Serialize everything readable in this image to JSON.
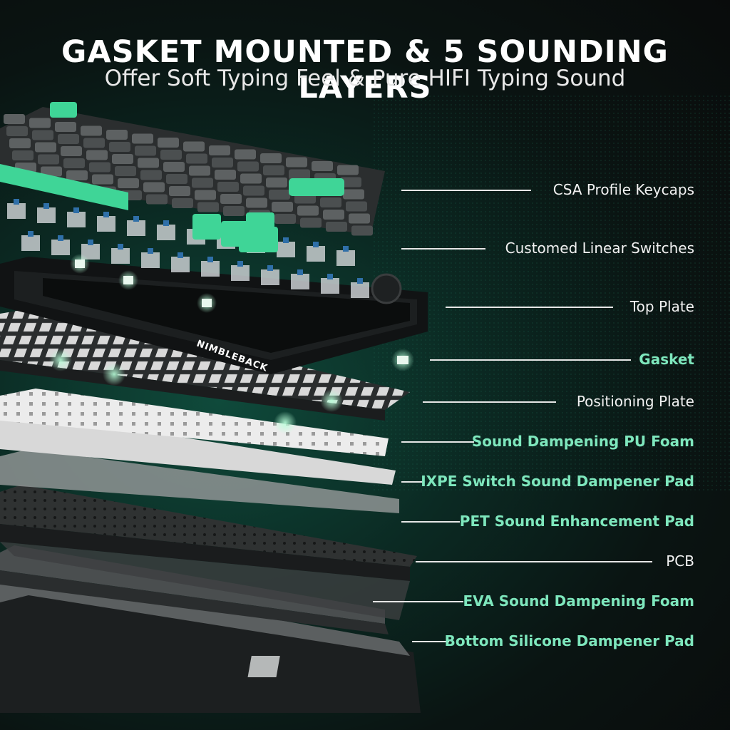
{
  "header": {
    "title": "GASKET MOUNTED & 5 SOUNDING LAYERS",
    "subtitle": "Offer Soft Typing Feel & Pure HIFI Typing Sound"
  },
  "brand_text": "NIMBLEBACK",
  "colors": {
    "accent_green": "#3fd597",
    "highlight_label": "#7ee7bd",
    "label_white": "#f2f2f2"
  },
  "layers": [
    {
      "label": "CSA Profile Keycaps",
      "highlight": false
    },
    {
      "label": "Customed Linear Switches",
      "highlight": false
    },
    {
      "label": "Top Plate",
      "highlight": false
    },
    {
      "label": "Gasket",
      "highlight": true
    },
    {
      "label": "Positioning Plate",
      "highlight": false
    },
    {
      "label": "Sound Dampening PU Foam",
      "highlight": true
    },
    {
      "label": "IXPE Switch Sound Dampener Pad",
      "highlight": true
    },
    {
      "label": "PET Sound Enhancement Pad",
      "highlight": true
    },
    {
      "label": "PCB",
      "highlight": false
    },
    {
      "label": "EVA Sound Dampening Foam",
      "highlight": true
    },
    {
      "label": "Bottom Silicone Dampener Pad",
      "highlight": true
    }
  ]
}
